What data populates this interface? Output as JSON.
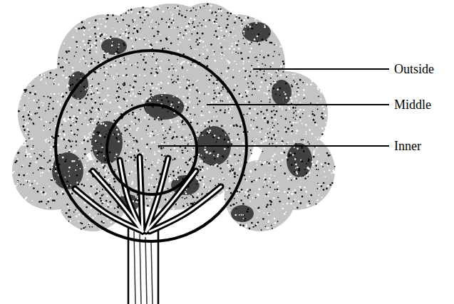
{
  "diagram": {
    "labels": [
      "Outside",
      "Middle",
      "Inner"
    ]
  }
}
